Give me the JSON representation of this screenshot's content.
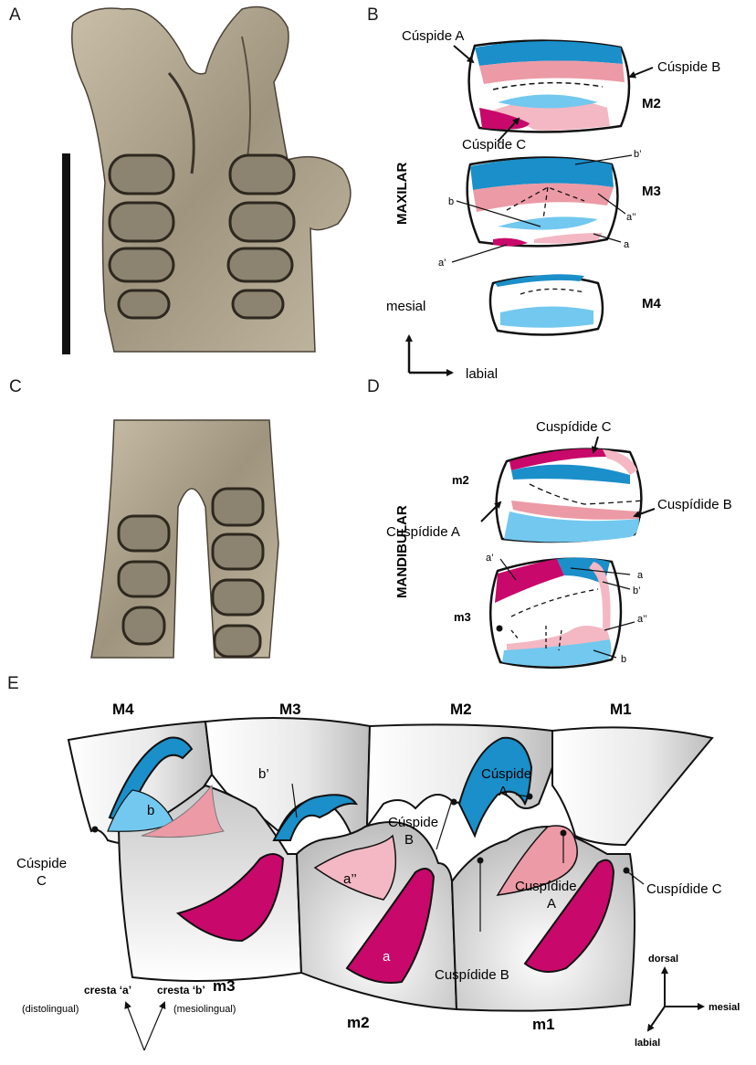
{
  "panels": {
    "a": "A",
    "b": "B",
    "c": "C",
    "d": "D",
    "e": "E"
  },
  "maxilar": {
    "side_label": "MAXILAR",
    "tooth_labels": {
      "M2": "M2",
      "M3": "M3",
      "M4": "M4"
    },
    "cusp_labels": {
      "cuspide_a": "Cúspide A",
      "cuspide_b": "Cúspide B",
      "cuspide_c": "Cúspide C"
    },
    "crest_labels": {
      "b_prime": "b’",
      "b": "b",
      "a_dprime": "a’’",
      "a": "a",
      "a_prime": "a’"
    }
  },
  "orientation": {
    "mesial": "mesial",
    "labial": "labial"
  },
  "mandibular": {
    "side_label": "MANDIBULAR",
    "tooth_labels": {
      "m2": "m2",
      "m3": "m3"
    },
    "cusp_labels": {
      "cuspidide_c": "Cuspídide C",
      "cuspidide_b": "Cuspídide B",
      "cuspidide_a": "Cuspídide A"
    },
    "crest_labels": {
      "a_prime": "a’",
      "a": "a",
      "b_prime": "b’",
      "a_dprime": "a’’",
      "b": "b"
    }
  },
  "occlusion": {
    "upper_teeth": {
      "M4": "M4",
      "M3": "M3",
      "M2": "M2",
      "M1": "M1"
    },
    "lower_teeth": {
      "m3": "m3",
      "m2": "m2",
      "m1": "m1"
    },
    "labels": {
      "cuspide_c_1": "Cúspide",
      "cuspide_c_2": "C",
      "b": "b",
      "b_prime": "b’",
      "cuspide_b_1": "Cúspide",
      "cuspide_b_2": "B",
      "cuspide_a_1": "Cúspide",
      "cuspide_a_2": "A",
      "a_dprime": "a’’",
      "a": "a",
      "cuspidide_a_1": "Cuspídide",
      "cuspidide_a_2": "A",
      "cuspidide_b": "Cuspídide B",
      "cuspidide_c": "Cuspídide C"
    },
    "legend": {
      "crest_a": "cresta ‘a’",
      "crest_b": "cresta ‘b’",
      "distolingual": "(distolingual)",
      "mesiolingual": "(mesiolingual)"
    },
    "axes": {
      "dorsal": "dorsal",
      "mesial": "mesial",
      "labial": "labial"
    }
  },
  "colors": {
    "dark_blue": "#1a8fc9",
    "light_blue": "#72c8ef",
    "pink": "#ec9aa6",
    "light_pink": "#f3b8c4",
    "magenta": "#c8086a",
    "bone": "#b7ad98",
    "bone_dark": "#5e5546"
  }
}
